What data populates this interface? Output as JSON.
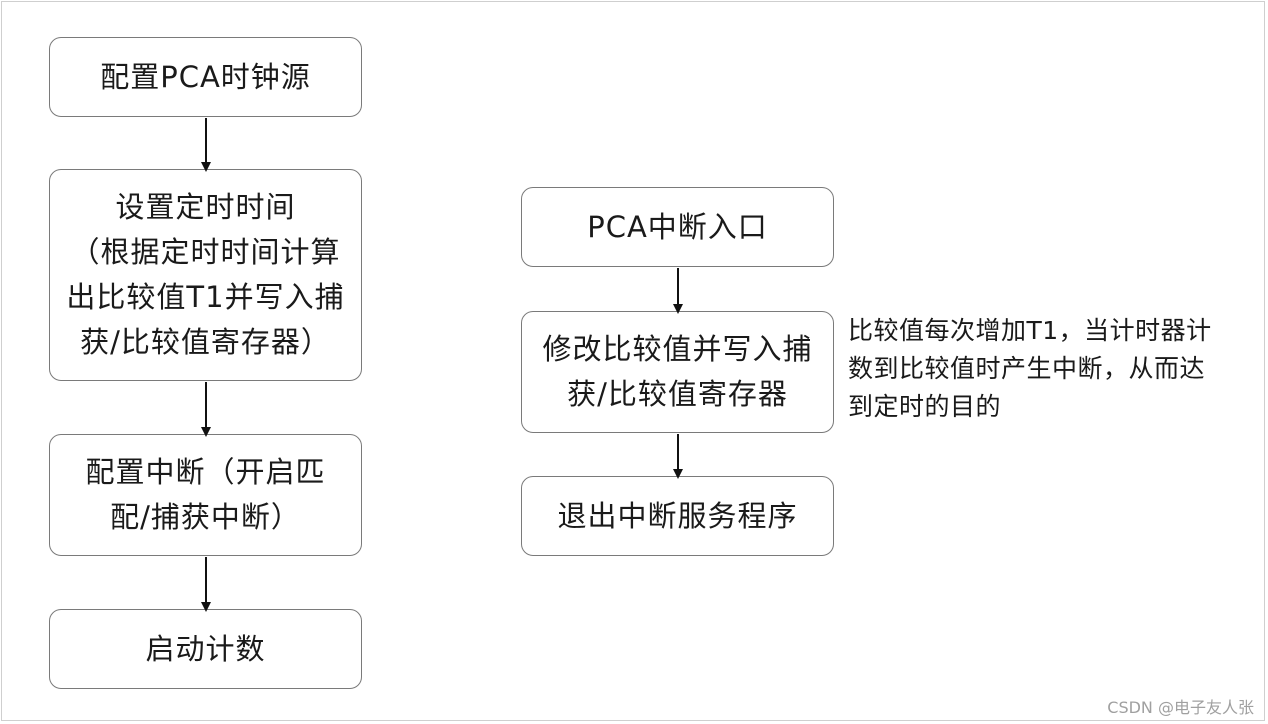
{
  "left_flow": {
    "step1": "配置PCA时钟源",
    "step2_lines": [
      "设置定时时间",
      "（根据定时时间计算",
      "出比较值T1并写入捕",
      "获/比较值寄存器）"
    ],
    "step3_lines": [
      "配置中断（开启匹",
      "配/捕获中断）"
    ],
    "step4": "启动计数"
  },
  "right_flow": {
    "step1": "PCA中断入口",
    "step2_lines": [
      "修改比较值并写入捕",
      "获/比较值寄存器"
    ],
    "step3": "退出中断服务程序"
  },
  "note_lines": [
    "比较值每次增加T1，当计时器计",
    "数到比较值时产生中断，从而达",
    "到定时的目的"
  ],
  "watermark": "CSDN @电子友人张"
}
